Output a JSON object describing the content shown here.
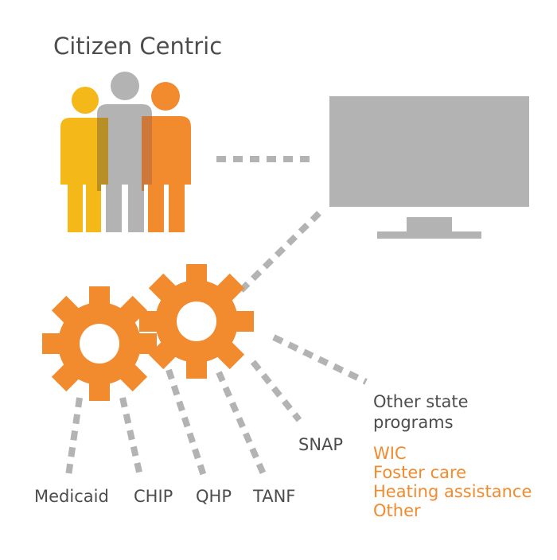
{
  "title": "Citizen Centric",
  "programs": {
    "medicaid": "Medicaid",
    "chip": "CHIP",
    "qhp": "QHP",
    "tanf": "TANF",
    "snap": "SNAP"
  },
  "other_state_programs": {
    "line1": "Other state",
    "line2": "programs"
  },
  "extra_programs": [
    "WIC",
    "Foster care",
    "Heating assistance",
    "Other"
  ],
  "colors": {
    "yellow": "#f5b819",
    "gray": "#b3b3b3",
    "orange": "#f28a2e",
    "text": "#4d4d4d"
  },
  "icons": [
    "person-icon",
    "monitor-icon",
    "gear-icon"
  ]
}
